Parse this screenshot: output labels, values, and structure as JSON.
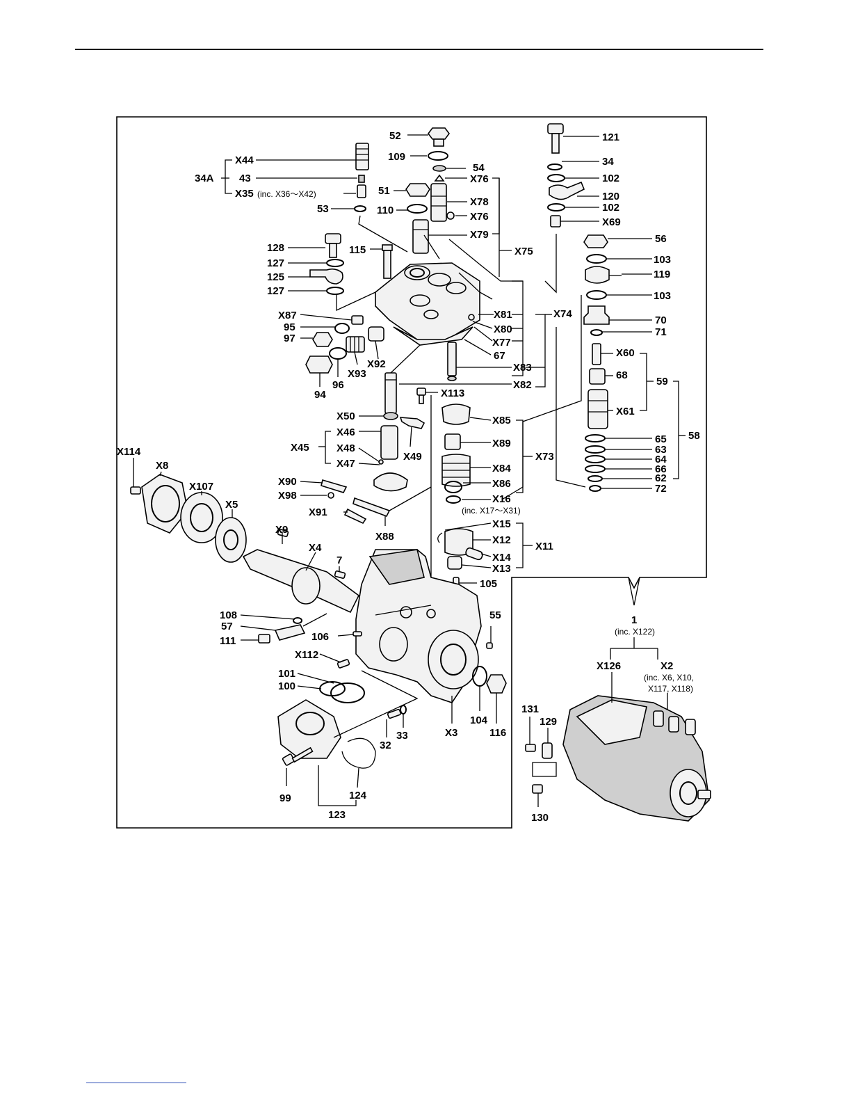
{
  "labels": {
    "l52": "52",
    "l109": "109",
    "l54": "54",
    "lX76a": "X76",
    "l51": "51",
    "lX78": "X78",
    "l110": "110",
    "lX76b": "X76",
    "lX79": "X79",
    "lX75": "X75",
    "lX44": "X44",
    "l43": "43",
    "l34A": "34A",
    "lX35": "X35",
    "lX35note": "(inc. X36～X42)",
    "l53": "53",
    "l121": "121",
    "l34": "34",
    "l102a": "102",
    "l120": "120",
    "l102b": "102",
    "lX69": "X69",
    "l56": "56",
    "l103a": "103",
    "l119": "119",
    "l103b": "103",
    "lX74": "X74",
    "l128": "128",
    "l115": "115",
    "l127a": "127",
    "l125": "125",
    "l127b": "127",
    "lX87": "X87",
    "l95": "95",
    "l97": "97",
    "lX81": "X81",
    "lX80": "X80",
    "lX77": "X77",
    "l67": "67",
    "lX83": "X83",
    "lX82": "X82",
    "lX92": "X92",
    "lX93": "X93",
    "l96": "96",
    "l94": "94",
    "l70": "70",
    "l71": "71",
    "lX60": "X60",
    "l68": "68",
    "l59": "59",
    "lX61": "X61",
    "l58": "58",
    "l65": "65",
    "l63": "63",
    "l64": "64",
    "l66": "66",
    "l62": "62",
    "l72": "72",
    "lX113": "X113",
    "lX50": "X50",
    "lX46": "X46",
    "lX45": "X45",
    "lX48": "X48",
    "lX47": "X47",
    "lX49": "X49",
    "lX85": "X85",
    "lX89": "X89",
    "lX84": "X84",
    "lX73": "X73",
    "lX86": "X86",
    "lX16": "X16",
    "lX16note": "(inc. X17～X31)",
    "lX114": "X114",
    "lX8": "X8",
    "lX107": "X107",
    "lX5": "X5",
    "lX90": "X90",
    "lX98": "X98",
    "lX91": "X91",
    "lX88": "X88",
    "lX15": "X15",
    "lX12": "X12",
    "lX11": "X11",
    "lX14": "X14",
    "lX13": "X13",
    "lX9": "X9",
    "lX4": "X4",
    "l7": "7",
    "l105": "105",
    "l108": "108",
    "l57": "57",
    "l111": "111",
    "l106": "106",
    "l55": "55",
    "lX112": "X112",
    "l1": "1",
    "l1note": "(inc. X122)",
    "lX126": "X126",
    "lX2": "X2",
    "lX2note1": "(inc. X6, X10,",
    "lX2note2": "X117, X118)",
    "l101": "101",
    "l100": "100",
    "l131": "131",
    "l129": "129",
    "l32": "32",
    "l33": "33",
    "lX3": "X3",
    "l104": "104",
    "l116": "116",
    "l99": "99",
    "l124": "124",
    "l123": "123",
    "l130": "130"
  }
}
